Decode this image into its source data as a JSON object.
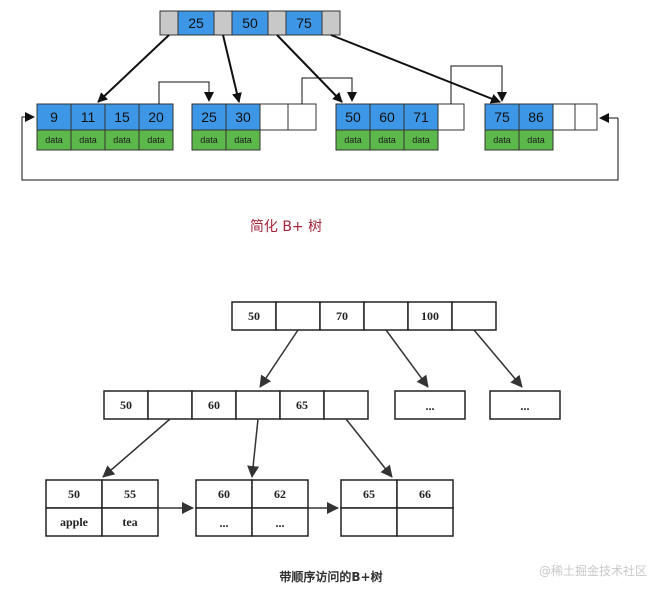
{
  "top_diagram": {
    "caption": "简化 B+ 树",
    "root_keys": [
      "25",
      "50",
      "75"
    ],
    "leaves": [
      {
        "keys": [
          "9",
          "11",
          "15",
          "20"
        ],
        "data": [
          "data",
          "data",
          "data",
          "data"
        ]
      },
      {
        "keys": [
          "25",
          "30",
          "",
          ""
        ],
        "data": [
          "data",
          "data"
        ]
      },
      {
        "keys": [
          "50",
          "60",
          "71",
          ""
        ],
        "data": [
          "data",
          "data",
          "data"
        ]
      },
      {
        "keys": [
          "75",
          "86",
          "",
          ""
        ],
        "data": [
          "data",
          "data"
        ]
      }
    ],
    "colors": {
      "key_fill": "#3d97e6",
      "data_fill": "#5db84b",
      "pointer_fill": "#c8c8c8",
      "caption": "#a3263a"
    }
  },
  "bottom_diagram": {
    "caption": "带顺序访问的B+树",
    "root_keys": [
      "50",
      "70",
      "100"
    ],
    "internal_keys": [
      "50",
      "60",
      "65"
    ],
    "placeholder_text": "...",
    "leaves": [
      {
        "keys": [
          "50",
          "55"
        ],
        "values": [
          "apple",
          "tea"
        ]
      },
      {
        "keys": [
          "60",
          "62"
        ],
        "values": [
          "...",
          "..."
        ]
      },
      {
        "keys": [
          "65",
          "66"
        ],
        "values": [
          "",
          ""
        ]
      }
    ]
  },
  "watermark": "@稀土掘金技术社区"
}
